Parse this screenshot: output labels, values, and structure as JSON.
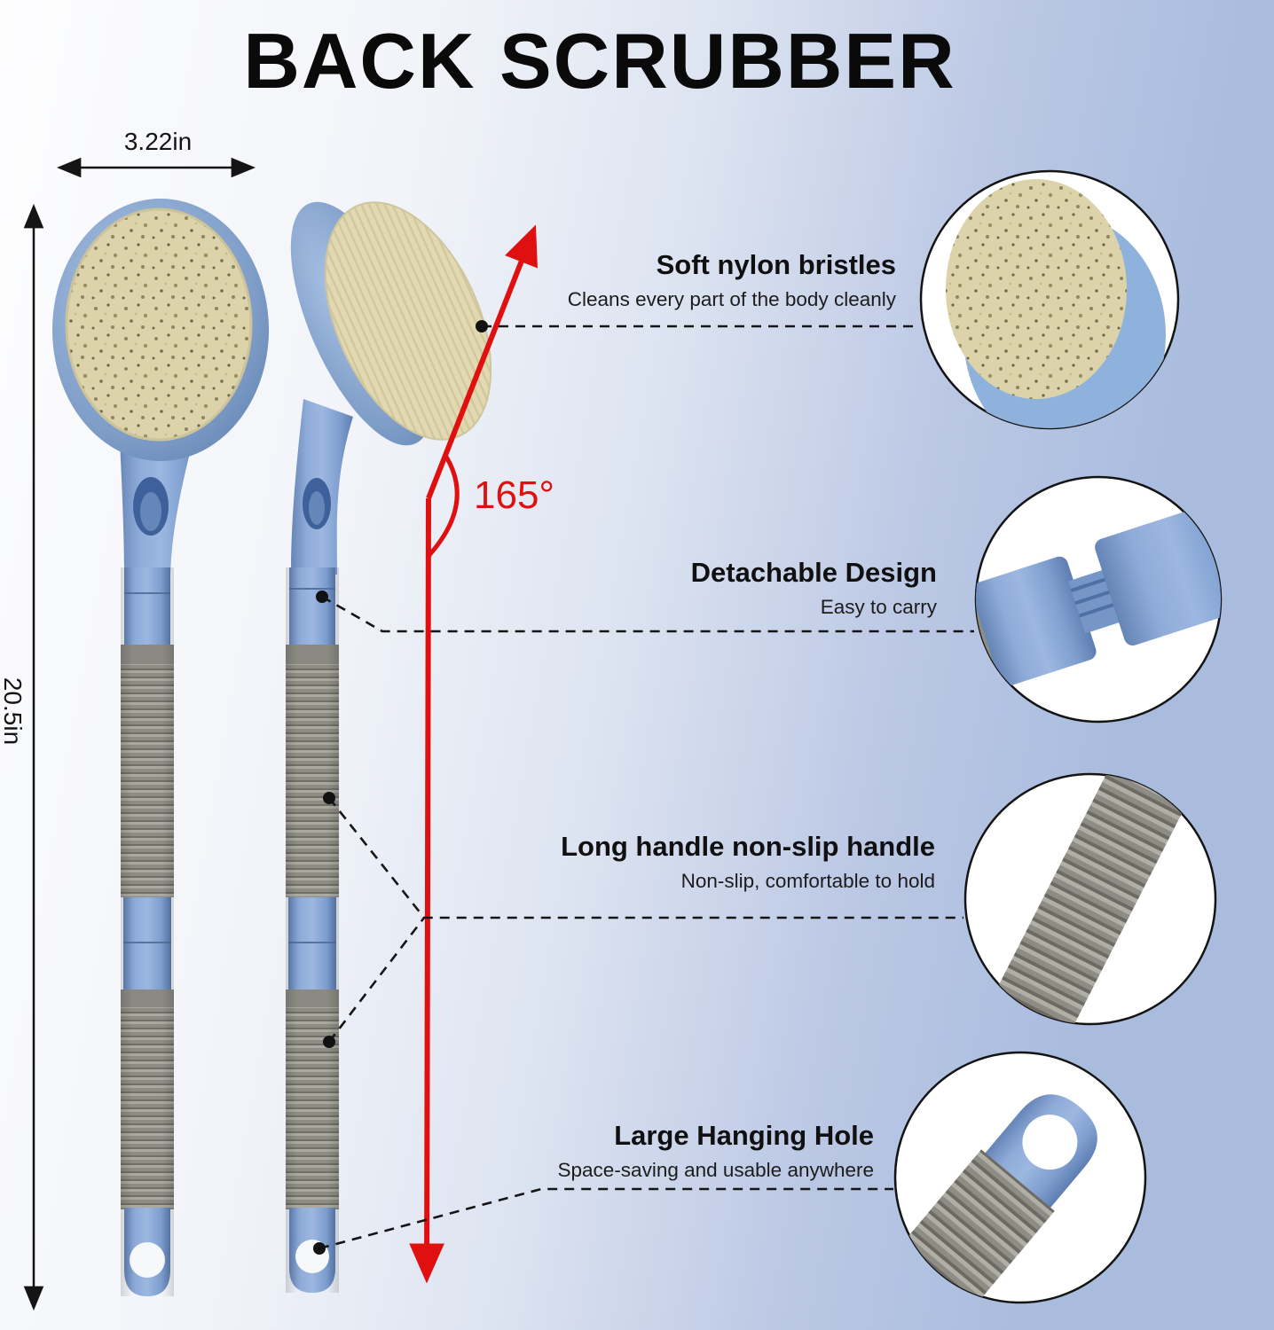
{
  "title": "BACK SCRUBBER",
  "dimensions": {
    "width": "3.22in",
    "length": "20.5in"
  },
  "angle": "165°",
  "features": [
    {
      "title": "Soft nylon bristles",
      "subtitle": "Cleans every part of the body cleanly"
    },
    {
      "title": "Detachable Design",
      "subtitle": "Easy to carry"
    },
    {
      "title": "Long handle non-slip handle",
      "subtitle": "Non-slip, comfortable to hold"
    },
    {
      "title": "Large Hanging Hole",
      "subtitle": "Space-saving and usable anywhere"
    }
  ],
  "colors": {
    "accent_red": "#e01010",
    "handle_blue": "#84a3d3",
    "grip_gray": "#8d8c86",
    "bristle_beige": "#dcd3aa",
    "background_blue": "#a9bcde",
    "line_black": "#141414"
  }
}
